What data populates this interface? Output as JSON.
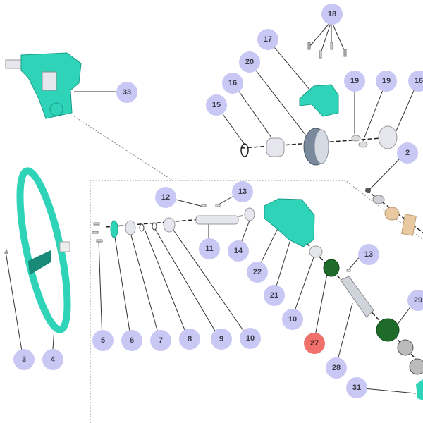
{
  "diagram": {
    "title": "Exploded parts diagram — gear operator with handwheel",
    "colors": {
      "callout": "#c9c8f5",
      "callout_text": "#3a3a4a",
      "callout_highlight": "#f0706c",
      "housing": "#2fd3b8",
      "housing_dark": "#1a9d88",
      "dark_green_part": "#1f6b2a",
      "metal": "#e6e6ee",
      "bronze": "#e8c9a2",
      "leader": "#333333"
    },
    "highlighted": "27",
    "callouts": [
      {
        "id": "c33",
        "label": "33",
        "part": "gear-operator-assembly"
      },
      {
        "id": "c18",
        "label": "18",
        "part": "cover-screws"
      },
      {
        "id": "c17",
        "label": "17",
        "part": "gear-cover"
      },
      {
        "id": "c20",
        "label": "20",
        "part": "worm-wheel"
      },
      {
        "id": "c16a",
        "label": "16",
        "part": "bearing"
      },
      {
        "id": "c15",
        "label": "15",
        "part": "retaining-ring"
      },
      {
        "id": "c19a",
        "label": "19",
        "part": "key"
      },
      {
        "id": "c19b",
        "label": "19",
        "part": "key"
      },
      {
        "id": "c16b",
        "label": "16",
        "part": "bearing"
      },
      {
        "id": "c2",
        "label": "2",
        "part": "screw"
      },
      {
        "id": "c12",
        "label": "12",
        "part": "pin"
      },
      {
        "id": "c13a",
        "label": "13",
        "part": "pin"
      },
      {
        "id": "c11",
        "label": "11",
        "part": "input-shaft"
      },
      {
        "id": "c14",
        "label": "14",
        "part": "bushing"
      },
      {
        "id": "c22",
        "label": "22",
        "part": "housing-bolt"
      },
      {
        "id": "c21",
        "label": "21",
        "part": "housing"
      },
      {
        "id": "c13b",
        "label": "13",
        "part": "pin"
      },
      {
        "id": "c10a",
        "label": "10",
        "part": "bushing"
      },
      {
        "id": "c10b",
        "label": "10",
        "part": "bushing"
      },
      {
        "id": "c27",
        "label": "27",
        "part": "seal"
      },
      {
        "id": "c28",
        "label": "28",
        "part": "worm-shaft"
      },
      {
        "id": "c29",
        "label": "29",
        "part": "seal"
      },
      {
        "id": "c31",
        "label": "31",
        "part": "end-cap"
      },
      {
        "id": "c3",
        "label": "3",
        "part": "handwheel-pin"
      },
      {
        "id": "c4",
        "label": "4",
        "part": "handwheel"
      },
      {
        "id": "c5",
        "label": "5",
        "part": "screws"
      },
      {
        "id": "c6",
        "label": "6",
        "part": "end-flange"
      },
      {
        "id": "c7",
        "label": "7",
        "part": "bearing"
      },
      {
        "id": "c8",
        "label": "8",
        "part": "washer"
      },
      {
        "id": "c9",
        "label": "9",
        "part": "washer"
      }
    ]
  }
}
